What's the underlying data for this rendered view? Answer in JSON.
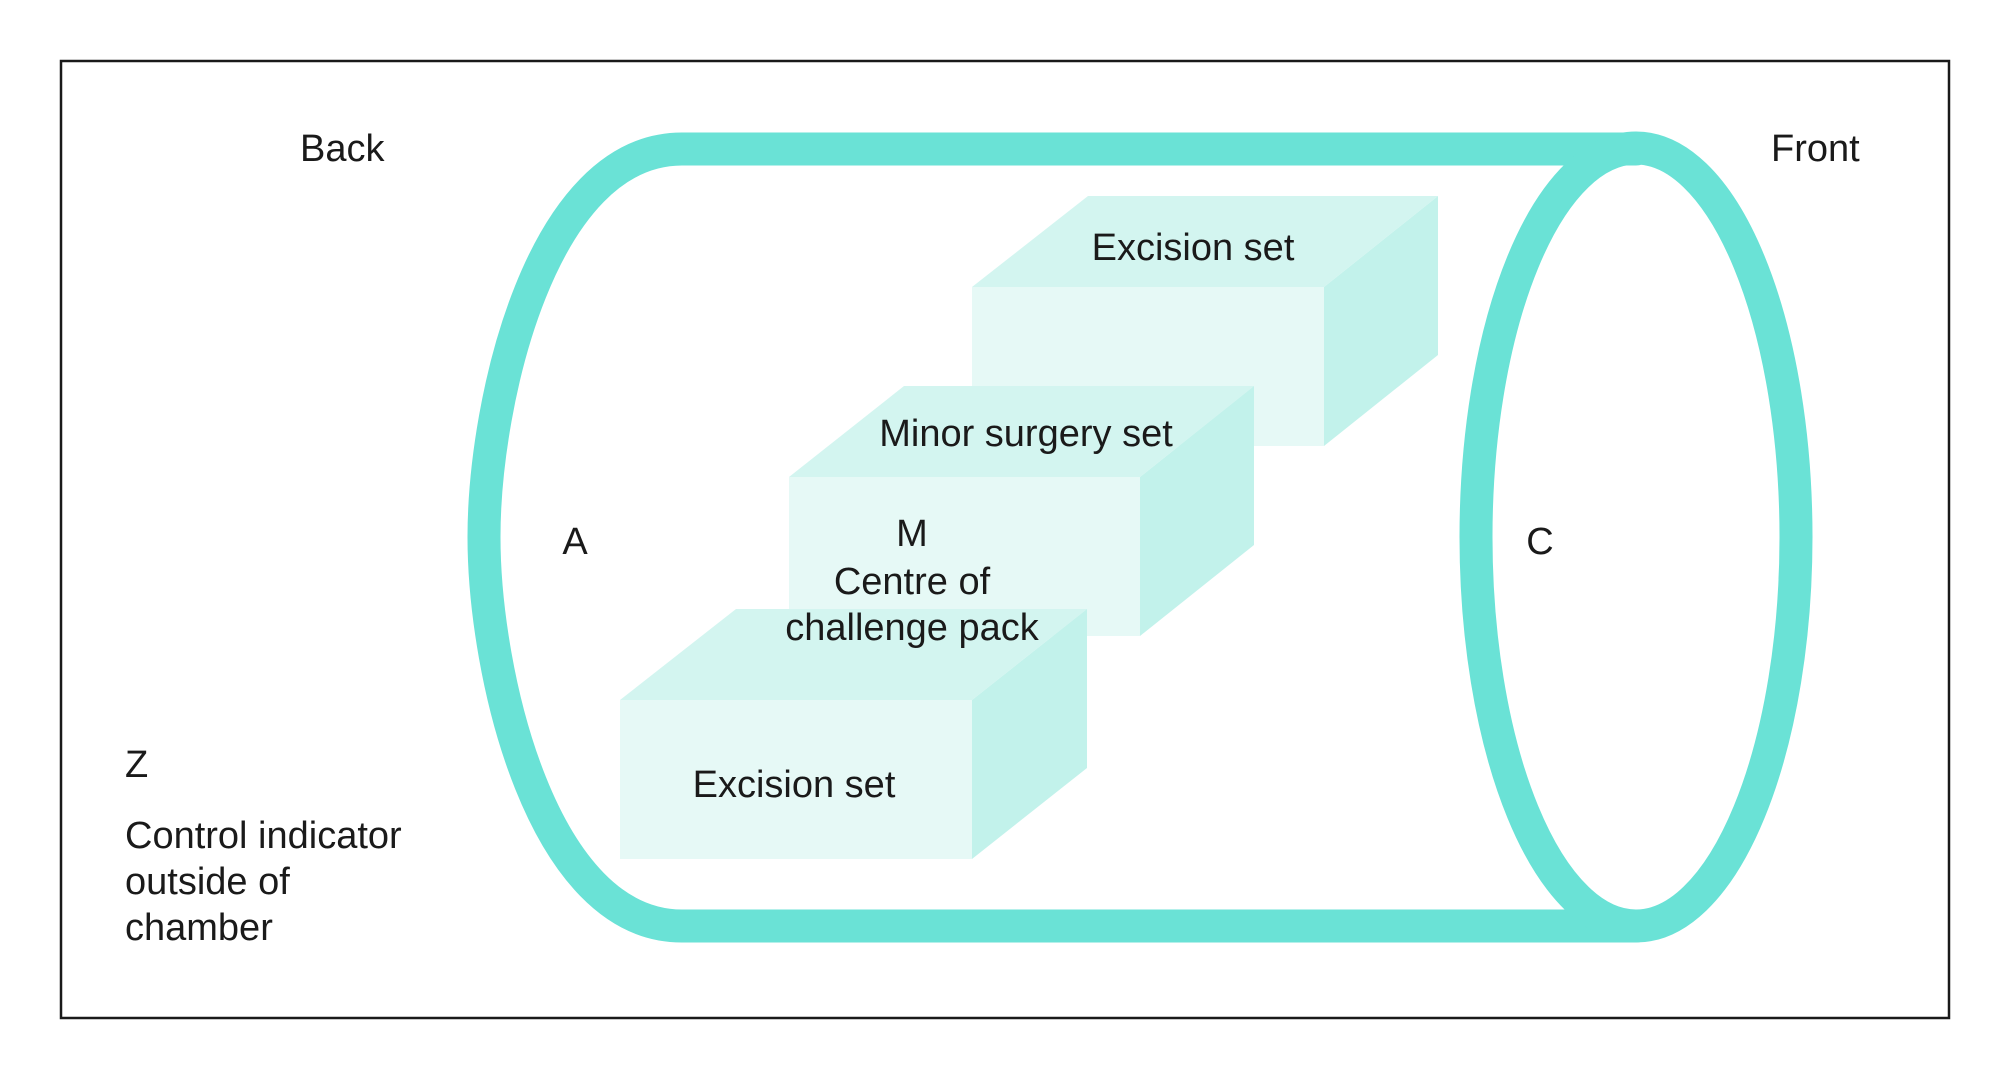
{
  "labels": {
    "back": "Back",
    "front": "Front",
    "point_a": "A",
    "point_c": "C",
    "point_z": "Z",
    "control_line1": "Control indicator",
    "control_line2": "outside of",
    "control_line3": "chamber"
  },
  "packs": {
    "top": {
      "label": "Excision set"
    },
    "middle": {
      "label": "Minor surgery set",
      "marker": "M",
      "marker_line1": "Centre of",
      "marker_line2": "challenge pack"
    },
    "bottom": {
      "label": "Excision set"
    }
  },
  "colors": {
    "chamber": "#6ae2d6",
    "box_front": "#e6f9f6",
    "box_top": "#d3f5f0",
    "box_side": "#c2f2eb",
    "frame": "#1a1a1a",
    "text": "#1a1a1a"
  }
}
